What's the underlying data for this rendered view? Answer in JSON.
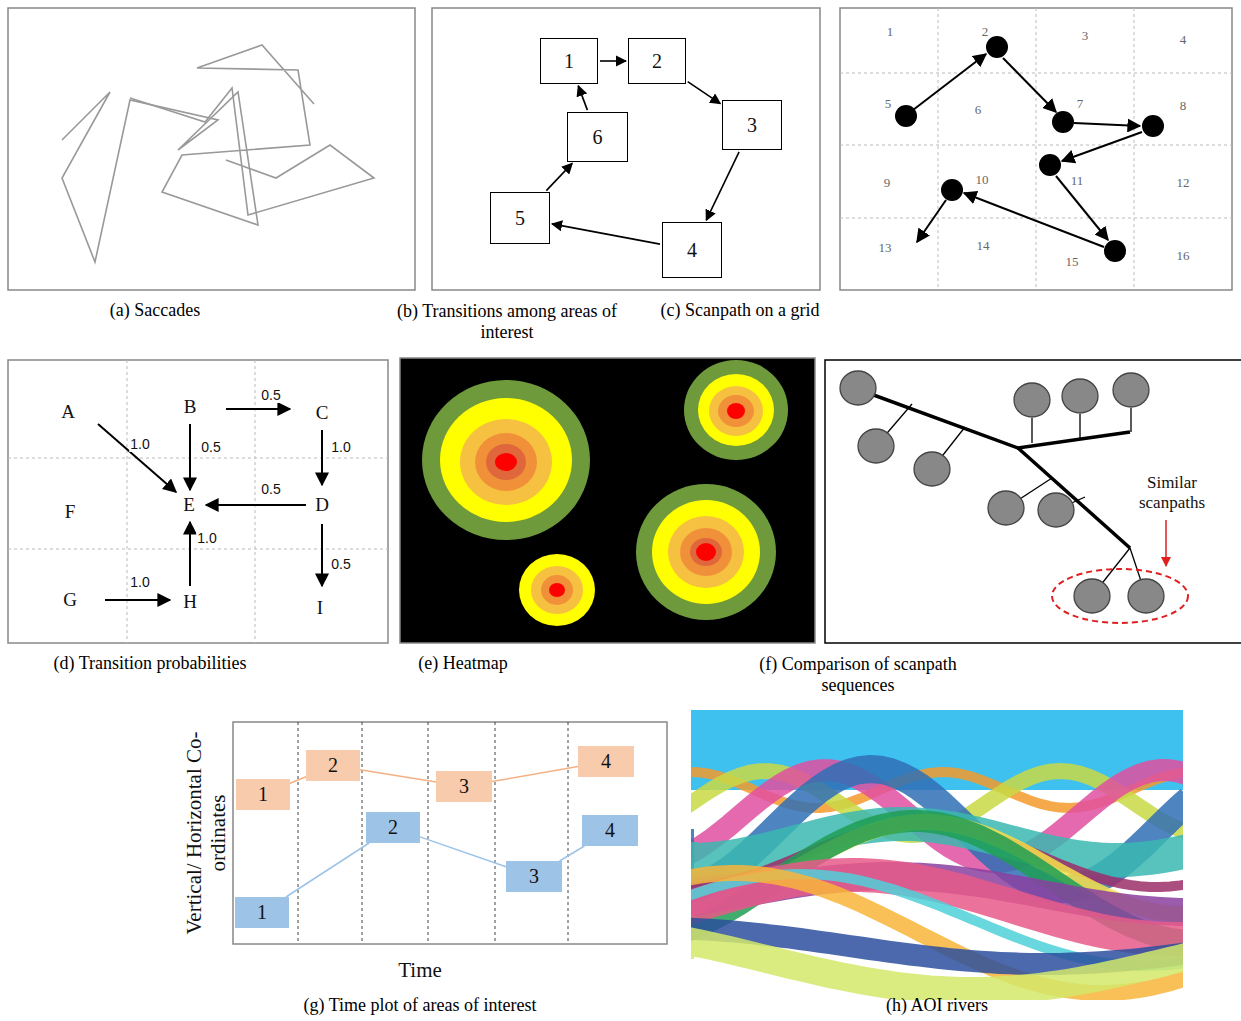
{
  "diagram": {
    "nodes": [
      {
        "text": [
          "1"
        ]
      },
      {
        "text": [
          "2"
        ]
      },
      {
        "text": [
          "3"
        ]
      },
      {
        "text": [
          "4"
        ]
      },
      {
        "text": [
          "5"
        ]
      },
      {
        "text": [
          "6"
        ]
      },
      {
        "text": [
          "1"
        ]
      },
      {
        "text": [
          "2"
        ]
      },
      {
        "text": [
          "3"
        ]
      },
      {
        "text": [
          "4"
        ]
      },
      {
        "text": [
          "1"
        ]
      },
      {
        "text": [
          "2"
        ]
      },
      {
        "text": [
          "3"
        ]
      },
      {
        "text": [
          "4"
        ]
      }
    ],
    "edges": [
      {
        "from": 0,
        "to": 1,
        "arrow": "to"
      },
      {
        "from": 1,
        "to": 2,
        "arrow": "to"
      },
      {
        "from": 2,
        "to": 3,
        "arrow": "to"
      },
      {
        "from": 3,
        "to": 4,
        "arrow": "to"
      },
      {
        "from": 4,
        "to": 5,
        "arrow": "to"
      },
      {
        "from": 5,
        "to": 0,
        "arrow": "to"
      },
      {
        "from": 6,
        "to": 7,
        "arrow": "none"
      },
      {
        "from": 7,
        "to": 8,
        "arrow": "none"
      },
      {
        "from": 8,
        "to": 9,
        "arrow": "none"
      },
      {
        "from": 10,
        "to": 11,
        "arrow": "none"
      },
      {
        "from": 11,
        "to": 12,
        "arrow": "none"
      },
      {
        "from": 12,
        "to": 13,
        "arrow": "none"
      }
    ],
    "labels": [
      "(a) Saccades",
      "(b) Transitions among areas of interest",
      "(c) Scanpath on a grid",
      "(d) Transition probabilities",
      "(e) Heatmap",
      "(f) Comparison of scanpath sequences",
      "(g) Time plot of areas of interest",
      "(h) AOI rivers",
      "1",
      "2",
      "3",
      "4",
      "5",
      "6",
      "7",
      "8",
      "9",
      "10",
      "11",
      "12",
      "13",
      "14",
      "15",
      "16",
      "A",
      "B",
      "C",
      "F",
      "E",
      "D",
      "G",
      "H",
      "I",
      "0.5",
      "1.0",
      "0.5",
      "1.0",
      "0.5",
      "1.0",
      "0.5",
      "1.0",
      "Similar scanpaths",
      "Vertical/ Horizontal Co-ordinates",
      "Time"
    ]
  }
}
